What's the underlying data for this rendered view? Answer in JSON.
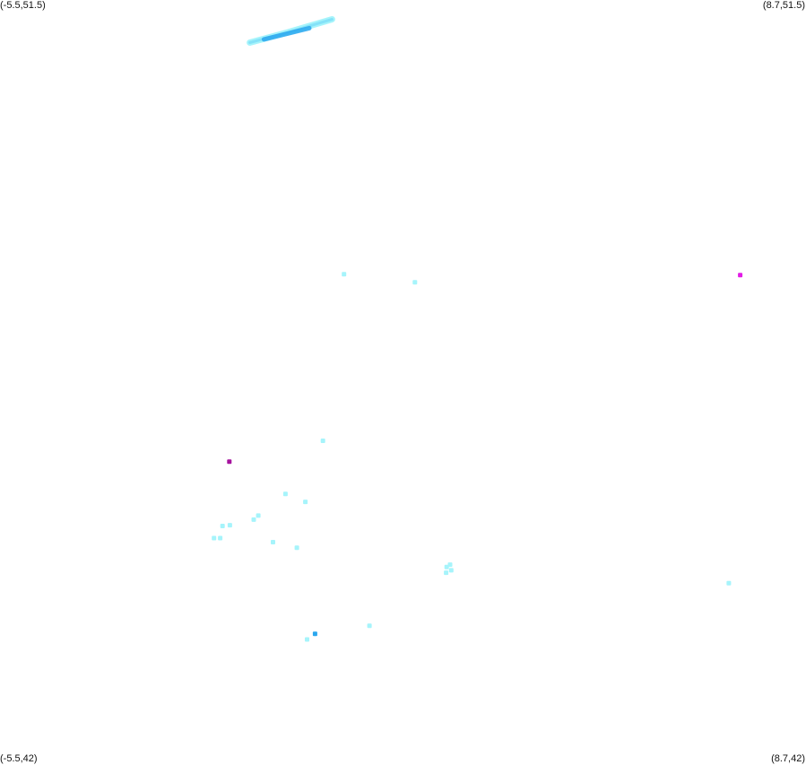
{
  "corners": {
    "top_left": "(-5.5,51.5)",
    "top_right": "(8.7,51.5)",
    "bottom_left": "(-5.5,42)",
    "bottom_right": "(8.7,42)"
  },
  "extent": {
    "lon": [
      -5.5,
      8.7
    ],
    "lat": [
      42,
      51.5
    ]
  },
  "colors": {
    "light": "#a6f4fb",
    "medium": "#6fd6f6",
    "dark": "#2aa7ee",
    "magenta": "#e21ce6",
    "purple": "#a6129e"
  },
  "points": [
    {
      "lon": 0.56,
      "lat": 48.09,
      "color": "light"
    },
    {
      "lon": 1.81,
      "lat": 47.99,
      "color": "light"
    },
    {
      "lon": 7.54,
      "lat": 48.08,
      "color": "magenta"
    },
    {
      "lon": 0.19,
      "lat": 46.02,
      "color": "light"
    },
    {
      "lon": 1.01,
      "lat": 43.72,
      "color": "light"
    },
    {
      "lon": 0.05,
      "lat": 43.62,
      "color": "dark"
    },
    {
      "lon": -0.09,
      "lat": 43.55,
      "color": "light"
    },
    {
      "lon": -0.47,
      "lat": 45.36,
      "color": "light"
    },
    {
      "lon": -0.12,
      "lat": 45.26,
      "color": "light"
    },
    {
      "lon": -1.46,
      "lat": 45.76,
      "color": "purple"
    },
    {
      "lon": -0.95,
      "lat": 45.09,
      "color": "light"
    },
    {
      "lon": -1.03,
      "lat": 45.04,
      "color": "light"
    },
    {
      "lon": -1.45,
      "lat": 44.97,
      "color": "light"
    },
    {
      "lon": -1.58,
      "lat": 44.96,
      "color": "light"
    },
    {
      "lon": -1.73,
      "lat": 44.81,
      "color": "light"
    },
    {
      "lon": -1.62,
      "lat": 44.81,
      "color": "light"
    },
    {
      "lon": -0.69,
      "lat": 44.76,
      "color": "light"
    },
    {
      "lon": -0.27,
      "lat": 44.69,
      "color": "light"
    },
    {
      "lon": 2.37,
      "lat": 44.45,
      "color": "light"
    },
    {
      "lon": 2.43,
      "lat": 44.48,
      "color": "light"
    },
    {
      "lon": 2.36,
      "lat": 44.38,
      "color": "light"
    },
    {
      "lon": 2.45,
      "lat": 44.41,
      "color": "light"
    },
    {
      "lon": 7.34,
      "lat": 44.25,
      "color": "light"
    }
  ],
  "track": [
    {
      "lon": -1.1,
      "lat": 50.97
    },
    {
      "lon": -0.42,
      "lat": 51.1
    },
    {
      "lon": 0.35,
      "lat": 51.26
    }
  ],
  "track_core": [
    {
      "lon": -0.85,
      "lat": 51.01
    },
    {
      "lon": -0.05,
      "lat": 51.15
    }
  ]
}
